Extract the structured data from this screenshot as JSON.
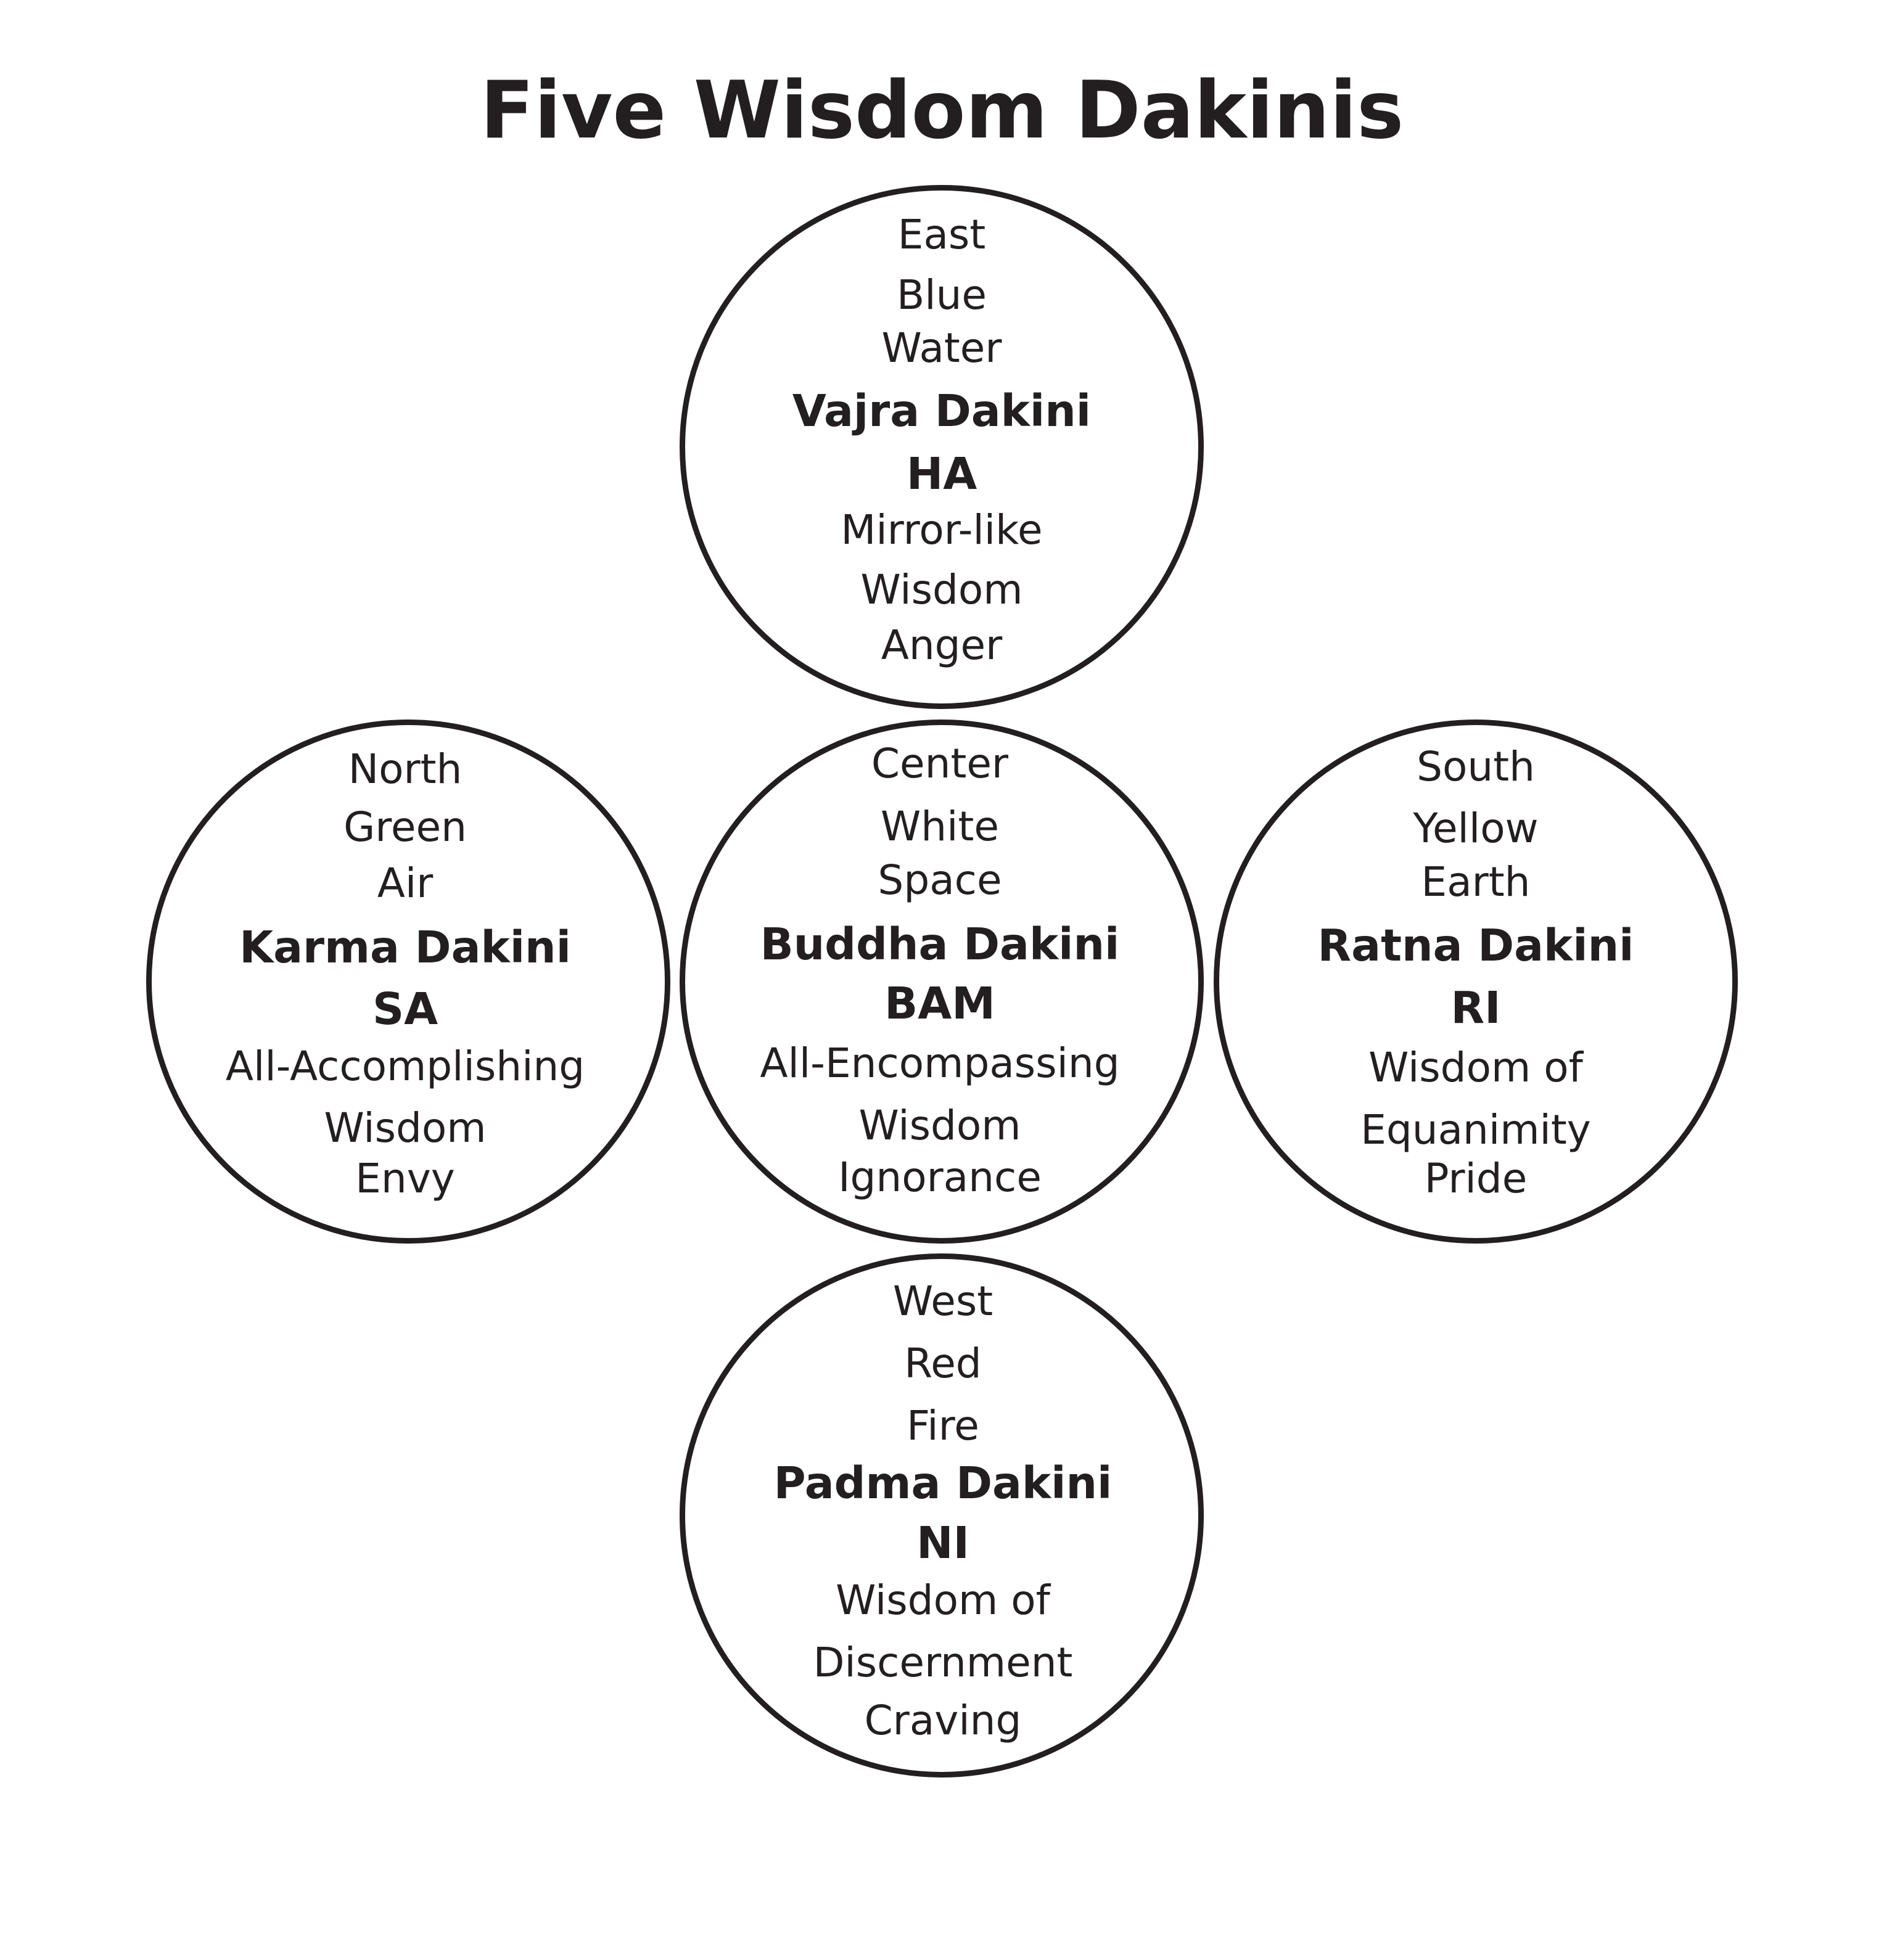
{
  "title": "Five Wisdom Dakinis",
  "dakinis": {
    "east": {
      "direction": "East",
      "color": "Blue",
      "element": "Water",
      "name": "Vajra Dakini",
      "syllable": "HA",
      "wisdom_1": "Mirror-like",
      "wisdom_2": "Wisdom",
      "affliction": "Anger"
    },
    "north": {
      "direction": "North",
      "color": "Green",
      "element": "Air",
      "name": "Karma Dakini",
      "syllable": "SA",
      "wisdom_1": "All-Accomplishing",
      "wisdom_2": "Wisdom",
      "affliction": "Envy"
    },
    "center": {
      "direction": "Center",
      "color": "White",
      "element": "Space",
      "name": "Buddha Dakini",
      "syllable": "BAM",
      "wisdom_1": "All-Encompassing",
      "wisdom_2": "Wisdom",
      "affliction": "Ignorance"
    },
    "south": {
      "direction": "South",
      "color": "Yellow",
      "element": "Earth",
      "name": "Ratna Dakini",
      "syllable": "RI",
      "wisdom_1": "Wisdom of",
      "wisdom_2": "Equanimity",
      "affliction": "Pride"
    },
    "west": {
      "direction": "West",
      "color": "Red",
      "element": "Fire",
      "name": "Padma Dakini",
      "syllable": "NI",
      "wisdom_1": "Wisdom of",
      "wisdom_2": "Discernment",
      "affliction": "Craving"
    }
  }
}
